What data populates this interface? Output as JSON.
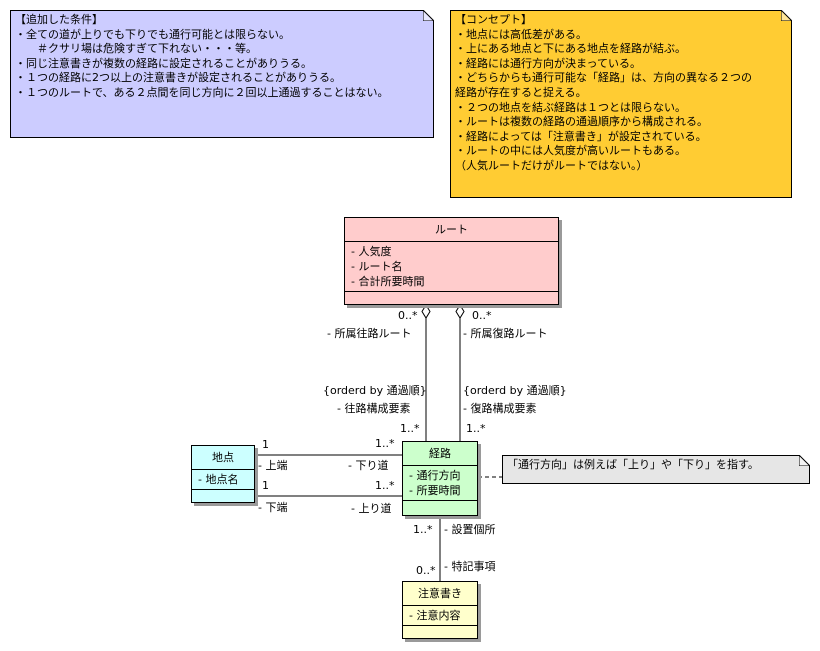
{
  "notes": {
    "conditions": {
      "lines": [
        "【追加した条件】",
        "・全ての道が上りでも下りでも通行可能とは限らない。",
        "　　＃クサリ場は危険すぎて下れない・・・等。",
        "・同じ注意書きが複数の経路に設定されることがありうる。",
        "・１つの経路に2つ以上の注意書きが設定されることがありうる。",
        "・１つのルートで、ある２点間を同じ方向に２回以上通過することはない。"
      ],
      "color": "#ccccff"
    },
    "concept": {
      "lines": [
        "【コンセプト】",
        "・地点には高低差がある。",
        "・上にある地点と下にある地点を経路が結ぶ。",
        "・経路には通行方向が決まっている。",
        "・どちらからも通行可能な「経路」は、方向の異なる２つの",
        "経路が存在すると捉える。",
        "・２つの地点を結ぶ経路は１つとは限らない。",
        "・ルートは複数の経路の通過順序から構成される。",
        "・経路によっては「注意書き」が設定されている。",
        "・ルートの中には人気度が高いルートもある。",
        "（人気ルートだけがルートではない。）"
      ],
      "color": "#ffcc33"
    },
    "direction": {
      "lines": [
        "「通行方向」は例えば「上り」や「下り」を指す。"
      ],
      "color": "#e6e6e6"
    }
  },
  "classes": {
    "route": {
      "name": "ルート",
      "attributes": [
        "- 人気度",
        "- ルート名",
        "- 合計所要時間"
      ],
      "color": "#ffcccc"
    },
    "point": {
      "name": "地点",
      "attributes": [
        "- 地点名"
      ],
      "color": "#ccffff"
    },
    "path": {
      "name": "経路",
      "attributes": [
        "- 通行方向",
        "- 所要時間"
      ],
      "color": "#ccffcc"
    },
    "caution": {
      "name": "注意書き",
      "attributes": [
        "- 注意内容"
      ],
      "color": "#ffffcc"
    }
  },
  "associations": {
    "route_outbound": {
      "route_mult": "0..*",
      "route_role": "- 所属往路ルート",
      "path_constraint": "{orderd by 通過順}",
      "path_role": "- 往路構成要素",
      "path_mult": "1..*"
    },
    "route_return": {
      "route_mult": "0..*",
      "route_role": "- 所属復路ルート",
      "path_constraint": "{orderd by 通過順}",
      "path_role": "- 復路構成要素",
      "path_mult": "1..*"
    },
    "upper": {
      "point_mult": "1",
      "point_role": "- 上端",
      "path_role": "- 下り道",
      "path_mult": "1..*"
    },
    "lower": {
      "point_mult": "1",
      "point_role": "- 下端",
      "path_role": "- 上り道",
      "path_mult": "1..*"
    },
    "caution_link": {
      "path_mult": "1..*",
      "path_role": "- 設置個所",
      "caution_mult": "0..*",
      "caution_role": "- 特記事項"
    }
  },
  "colors": {
    "line": "#000000",
    "shadow": "#9a9a9a"
  }
}
